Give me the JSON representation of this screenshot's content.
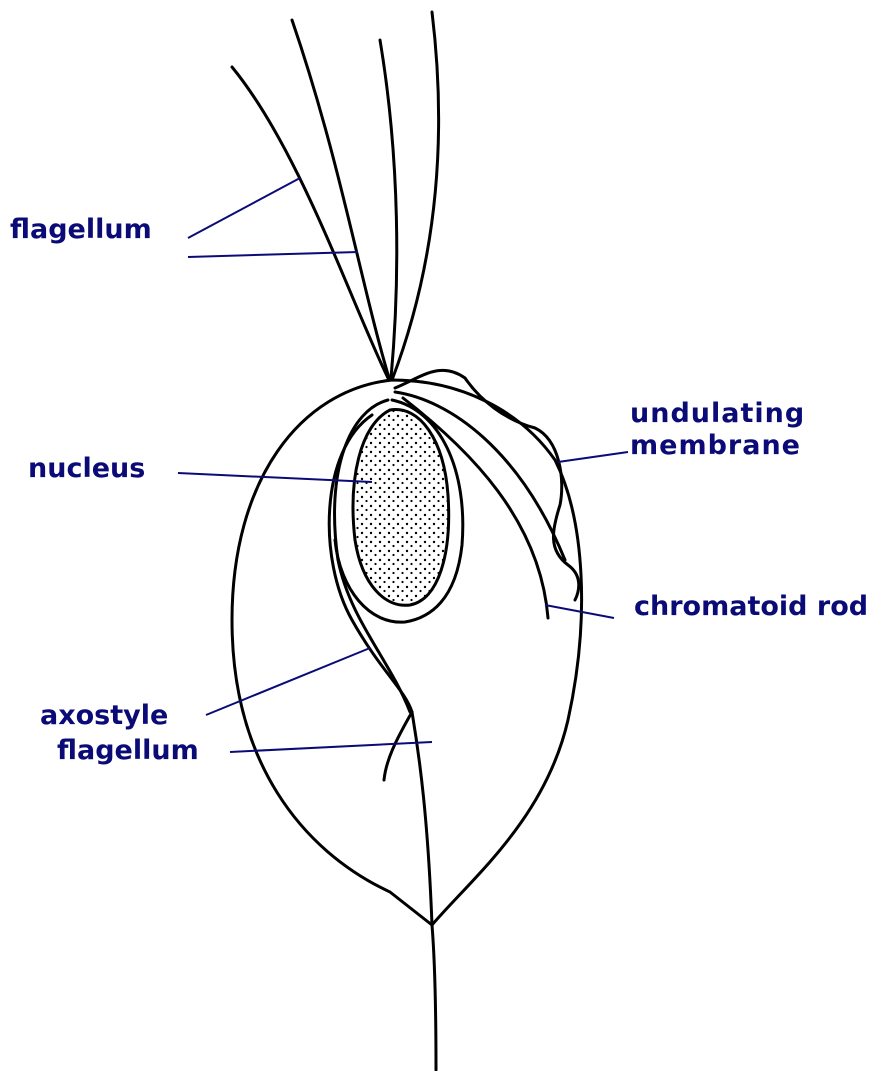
{
  "labels": {
    "flagellum_top": "flagellum",
    "nucleus": "nucleus",
    "undulating_membrane_line1": "undulating",
    "undulating_membrane_line2": "membrane",
    "chromatoid_rod": "chromatoid rod",
    "axostyle": "axostyle",
    "flagellum_bottom": "flagellum"
  },
  "colors": {
    "label_text": "#0b0b78",
    "leader_line": "#0b0b78",
    "drawing": "#000000",
    "background": "#ffffff"
  }
}
